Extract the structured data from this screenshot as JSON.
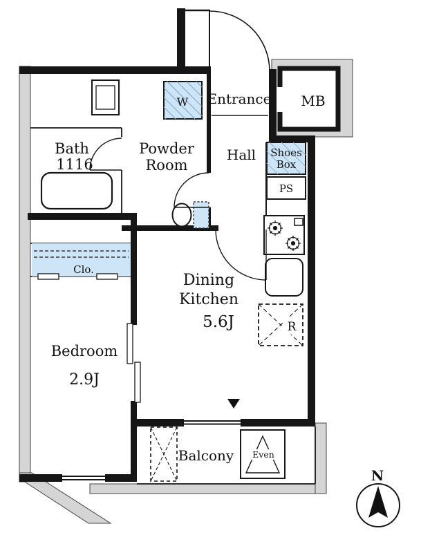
{
  "colors": {
    "wall": "#161616",
    "gray": "#d5d5d5",
    "blue": "#cde5f6",
    "hatch_blue": "#8fb6d4"
  },
  "rooms": {
    "entrance": "Entrance",
    "hall": "Hall",
    "mb": "MB",
    "bath_name": "Bath",
    "bath_size": "1116",
    "powder_1": "Powder",
    "powder_2": "Room",
    "shoes_1": "Shoes",
    "shoes_2": "Box",
    "ps": "PS",
    "dk_1": "Dining",
    "dk_2": "Kitchen",
    "dk_size": "5.6J",
    "fridge": "R",
    "washer": "W",
    "closet": "Clo.",
    "bedroom": "Bedroom",
    "bedroom_size": "2.9J",
    "balcony": "Balcony",
    "hatch_label": "Even",
    "compass_n": "N"
  }
}
